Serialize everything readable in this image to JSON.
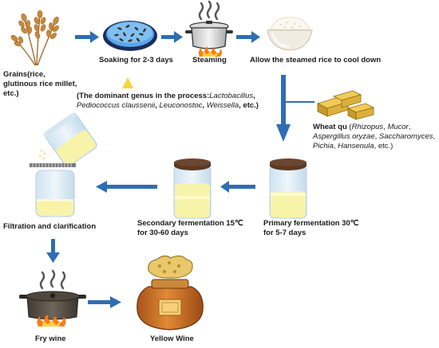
{
  "steps": {
    "grains": {
      "line1": "Grains(rice,",
      "line2": "glutinous rice millet, etc.)"
    },
    "soaking": "Soaking for 2-3 days",
    "steaming": "Steaming",
    "cooling": "Allow the steamed rice to cool down",
    "primary": {
      "line1": "Primary fermentation 30℃",
      "line2": "for 5-7 days"
    },
    "secondary": {
      "line1": "Secondary fermentation 15℃",
      "line2": "for 30-60 days"
    },
    "filtration": "Filtration and clarification",
    "fry": "Fry wine",
    "yellow": "Yellow Wine"
  },
  "genus_note": {
    "open": "(The dominant genus in the process:",
    "g1": "Lactobacillus",
    "comma1": ",",
    "g2": "Pediococcus claussenii",
    "comma2": ", ",
    "g3": "Leuconostoc",
    "comma3": ", ",
    "g4": "Weissella",
    "close": ", etc.)"
  },
  "wheat_qu": {
    "title": "Wheat qu",
    "open": " (",
    "o1": "Rhizopus",
    "s1": ", ",
    "o2": "Mucor",
    "s2": ",",
    "o3": "Aspergillus oryzae",
    "s3": ", ",
    "o4": "Saccharomyces",
    "s4": ",",
    "o5": "Pichia",
    "s5": ", ",
    "o6": "Hansenula",
    "close": ", etc.)"
  },
  "colors": {
    "arrow": "#2f6db3",
    "indicator": "#f2d83b",
    "block": "#d6a934",
    "liquid": "#f7f3a8",
    "lid": "#5b3a22",
    "flame": "#ff7a1a",
    "pot": "#575045"
  },
  "icons": [
    "wheat-icon",
    "soaking-dish-icon",
    "steaming-pot-icon",
    "rice-bowl-icon",
    "wheat-qu-blocks-icon",
    "fermentation-jar-icon",
    "filtration-jar-icon",
    "fry-pot-icon",
    "yellow-wine-jar-icon"
  ]
}
